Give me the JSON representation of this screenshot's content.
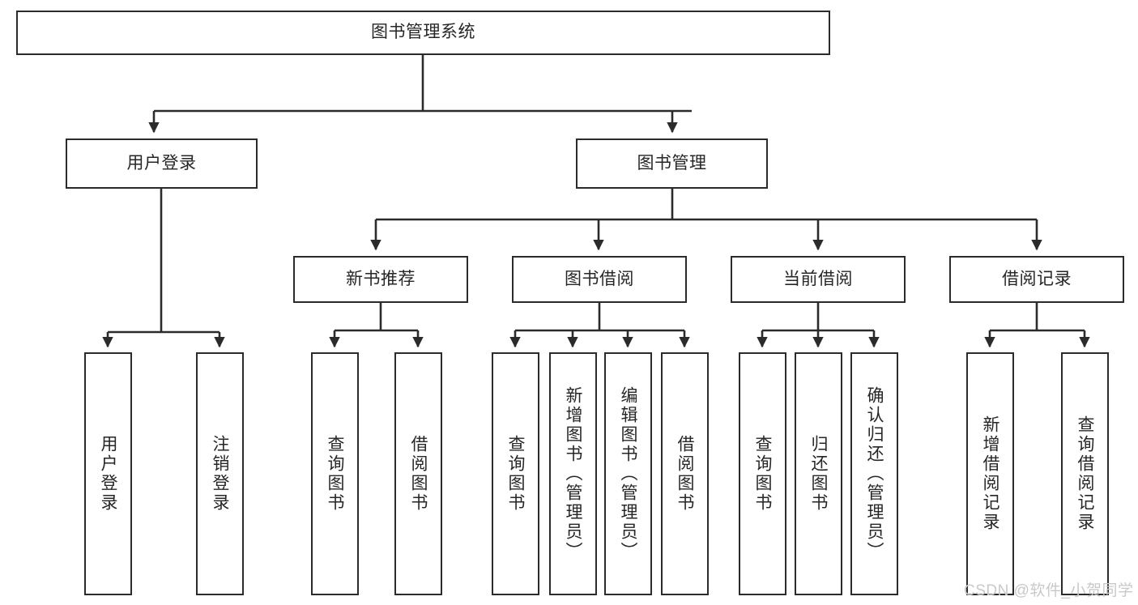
{
  "diagram": {
    "type": "tree-hierarchy-chart",
    "title_node": {
      "label": "图书管理系统"
    },
    "level2": [
      {
        "label": "用户登录"
      },
      {
        "label": "图书管理"
      }
    ],
    "level3": [
      {
        "label": "新书推荐"
      },
      {
        "label": "图书借阅"
      },
      {
        "label": "当前借阅"
      },
      {
        "label": "借阅记录"
      }
    ],
    "leaves": {
      "user_login": [
        {
          "label": "用户登录"
        },
        {
          "label": "注销登录"
        }
      ],
      "new_book_recommend": [
        {
          "label": "查询图书"
        },
        {
          "label": "借阅图书"
        }
      ],
      "book_borrow": [
        {
          "label": "查询图书"
        },
        {
          "label": "新增图书（管理员）"
        },
        {
          "label": "编辑图书（管理员）"
        },
        {
          "label": "借阅图书"
        }
      ],
      "current_borrow": [
        {
          "label": "查询图书"
        },
        {
          "label": "归还图书"
        },
        {
          "label": "确认归还（管理员）"
        }
      ],
      "borrow_record": [
        {
          "label": "新增借阅记录"
        },
        {
          "label": "查询借阅记录"
        }
      ]
    },
    "watermark": "CSDN @软件_小贺同学",
    "colors": {
      "stroke": "#2b2b2b",
      "text": "#262626",
      "background": "#ffffff",
      "watermark": "#c9c9c9"
    }
  }
}
